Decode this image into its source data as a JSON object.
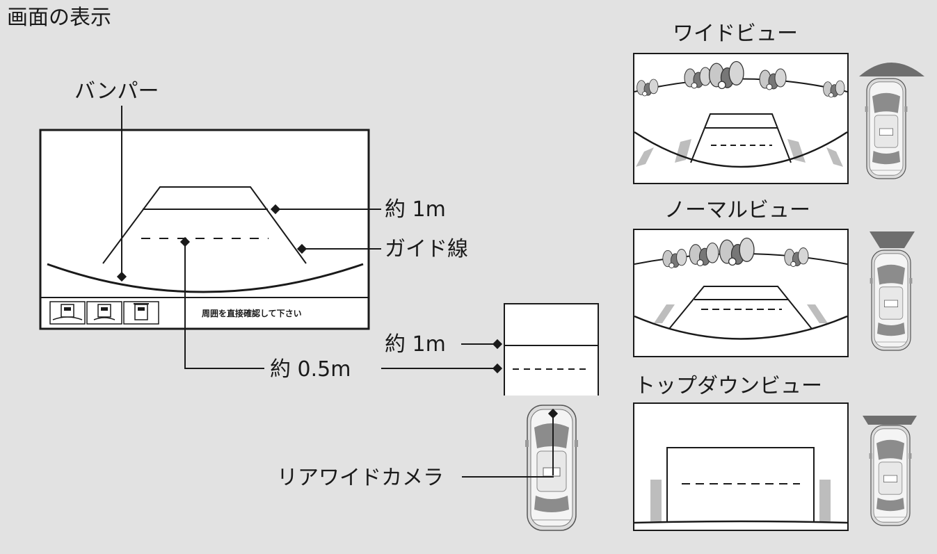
{
  "page_title": "画面の表示",
  "main_display": {
    "labels": {
      "bumper": "バンパー",
      "dist_1m": "約 1m",
      "guide_line": "ガイド線",
      "dist_1m_inset": "約 1m",
      "dist_05m": "約 0.5m",
      "camera": "リアワイドカメラ"
    },
    "status_message": "周囲を直接確認して下さい",
    "view_buttons": [
      "wide-view-icon",
      "normal-view-icon",
      "top-down-view-icon"
    ]
  },
  "views": [
    {
      "id": "wide",
      "title": "ワイドビュー"
    },
    {
      "id": "normal",
      "title": "ノーマルビュー"
    },
    {
      "id": "topdown",
      "title": "トップダウンビュー"
    }
  ],
  "colors": {
    "background": "#e2e2e2",
    "screen": "#ffffff",
    "line": "#1a1a1a",
    "coverage_fan": "#6e6e6e",
    "parking_marks": "#bdbdbd"
  }
}
